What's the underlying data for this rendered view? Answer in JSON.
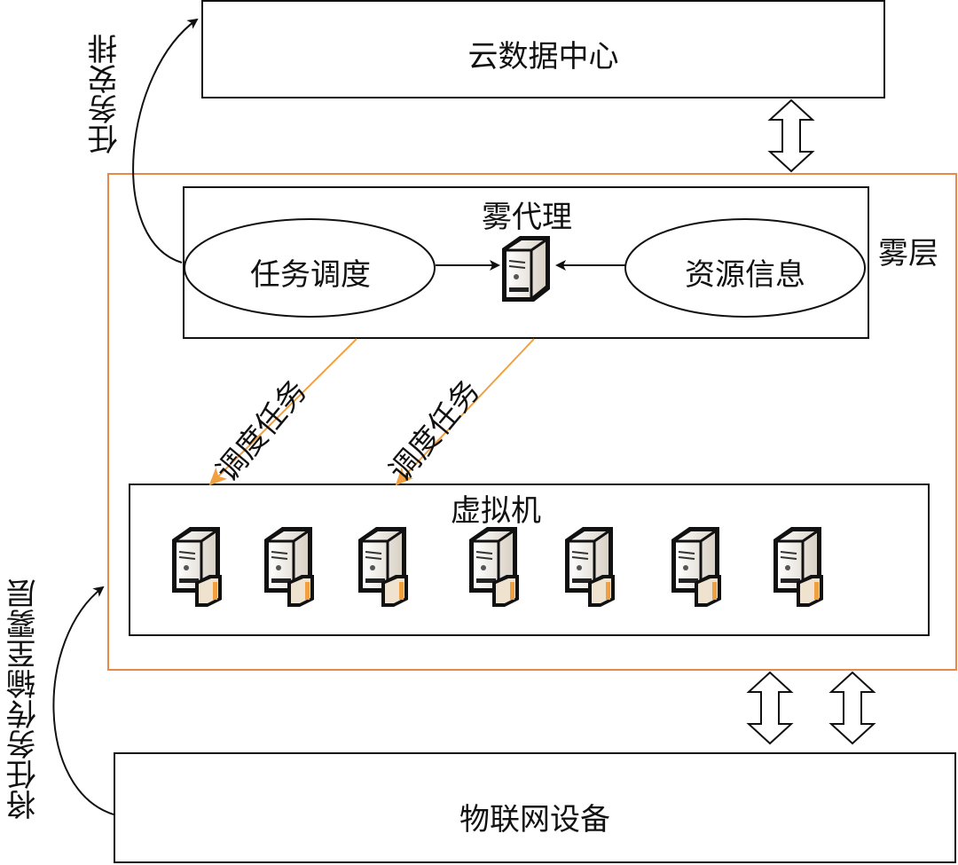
{
  "diagram": {
    "cloud": {
      "label": "云数据中心"
    },
    "fog_layer": {
      "label": "雾层",
      "border_color": "#e8894a"
    },
    "fog_agent": {
      "title": "雾代理",
      "task_scheduling": "任务调度",
      "resource_info": "资源信息"
    },
    "virtual_machines": {
      "title": "虚拟机",
      "count": 7
    },
    "iot": {
      "label": "物联网设备"
    },
    "edges": {
      "task_arrangement": "任务安排",
      "transfer_to_fog": "将任务传输至雾层",
      "schedule_task_1": "调度任务",
      "schedule_task_2": "调度任务",
      "schedule_arrow_color": "#f0a040"
    }
  }
}
